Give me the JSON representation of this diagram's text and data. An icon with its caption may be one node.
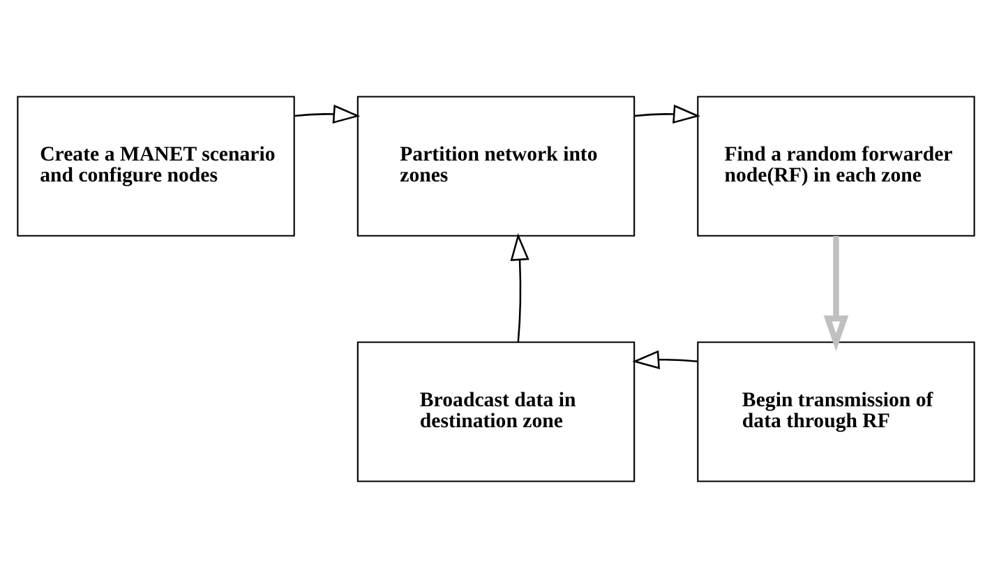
{
  "diagram": {
    "nodes": [
      {
        "text": [
          "Create a MANET scenario and configure nodes"
        ]
      },
      {
        "text": [
          "Partition network into zones"
        ]
      },
      {
        "text": [
          "Find a random forwarder node(RF) in each zone"
        ]
      },
      {
        "text": [
          "Broadcast data in destination zone"
        ]
      },
      {
        "text": [
          "Begin transmission of data through RF"
        ]
      }
    ],
    "edges": [
      {
        "from": 0,
        "to": 1,
        "arrow": "to"
      },
      {
        "from": 1,
        "to": 2,
        "arrow": "to"
      },
      {
        "from": 2,
        "to": 4,
        "arrow": "to",
        "style": "thick",
        "color": "#c0c0c0"
      },
      {
        "from": 4,
        "to": 3,
        "arrow": "to"
      },
      {
        "from": 3,
        "to": 1,
        "arrow": "to"
      }
    ]
  }
}
